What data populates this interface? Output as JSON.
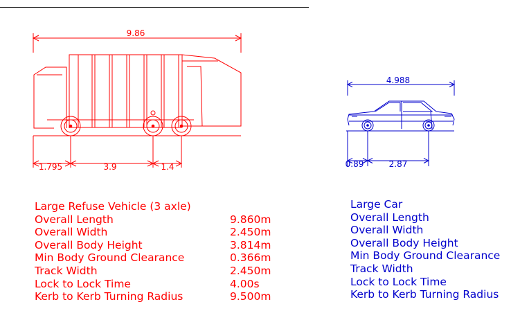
{
  "colors": {
    "truck": "#ff0000",
    "car": "#0000cc",
    "rule": "#000000",
    "background": "#ffffff"
  },
  "truck_drawing": {
    "overall_length_dim": "9.86",
    "axle_dims": [
      "1.795",
      "3.9",
      "1.4"
    ]
  },
  "car_drawing": {
    "overall_length_dim": "4.988",
    "axle_dims": [
      "0.89",
      "2.87"
    ]
  },
  "truck_specs": {
    "title": "Large Refuse Vehicle (3 axle)",
    "rows": [
      {
        "label": "Overall Length",
        "value": "9.860m"
      },
      {
        "label": "Overall Width",
        "value": "2.450m"
      },
      {
        "label": "Overall Body Height",
        "value": "3.814m"
      },
      {
        "label": "Min Body Ground Clearance",
        "value": "0.366m"
      },
      {
        "label": "Track Width",
        "value": "2.450m"
      },
      {
        "label": "Lock to Lock Time",
        "value": "4.00s"
      },
      {
        "label": "Kerb to Kerb Turning Radius",
        "value": "9.500m"
      }
    ]
  },
  "car_specs": {
    "title": "Large Car",
    "rows": [
      "Overall Length",
      "Overall Width",
      "Overall Body Height",
      "Min Body Ground Clearance",
      "Track Width",
      "Lock to Lock Time",
      "Kerb to Kerb Turning Radius"
    ]
  }
}
